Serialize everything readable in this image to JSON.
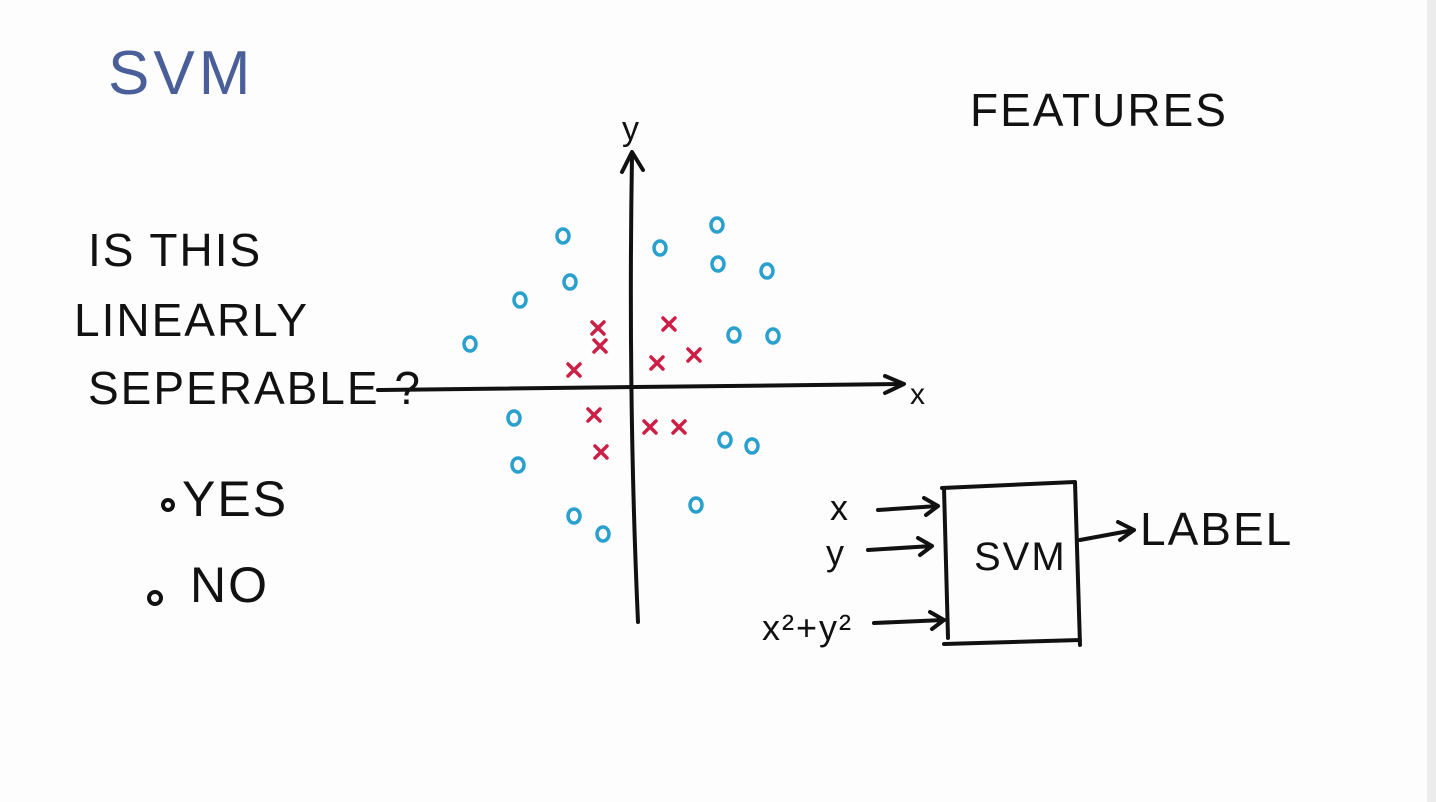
{
  "title": "SVM",
  "question": {
    "line1": "IS THIS",
    "line2": "LINEARLY",
    "line3": "SEPERABLE ?"
  },
  "options": [
    {
      "label": "YES"
    },
    {
      "label": "NO"
    }
  ],
  "plot": {
    "x_axis_label": "x",
    "y_axis_label": "y",
    "classes": [
      {
        "name": "circle",
        "color": "#2aa0cf"
      },
      {
        "name": "cross",
        "color": "#cc1f45"
      }
    ]
  },
  "features": {
    "heading": "FEATURES",
    "inputs": [
      "x",
      "y",
      "x²+y²"
    ],
    "box_label": "SVM",
    "output": "LABEL"
  },
  "colors": {
    "title": "#4a5f9a",
    "ink": "#111111"
  }
}
